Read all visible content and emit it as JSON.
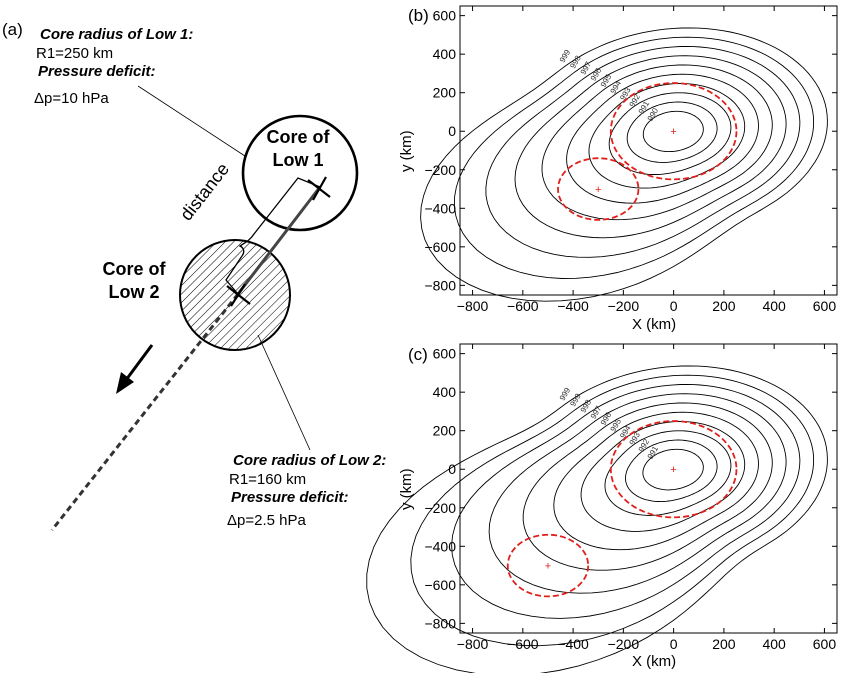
{
  "panel_a": {
    "label": "(a)",
    "low1": {
      "radius_heading": "Core radius of Low 1:",
      "radius_value": "R1=250 km",
      "deficit_heading": "Pressure deficit:",
      "deficit_value": "Δp=10 hPa",
      "core_label_line1": "Core of",
      "core_label_line2": "Low 1"
    },
    "low2": {
      "radius_heading": "Core radius of Low 2:",
      "radius_value": "R1=160 km",
      "deficit_heading": "Pressure deficit:",
      "deficit_value": "Δp=2.5 hPa",
      "core_label_line1": "Core of",
      "core_label_line2": "Low 2"
    },
    "distance_label": "distance"
  },
  "panel_b": {
    "label": "(b)",
    "xlabel": "X (km)",
    "ylabel": "y (km)",
    "xlim": [
      -850,
      650
    ],
    "ylim": [
      -850,
      650
    ],
    "xticks": [
      -800,
      -600,
      -400,
      -200,
      0,
      200,
      400,
      600
    ],
    "yticks": [
      600,
      400,
      200,
      0,
      -200,
      -400,
      -600,
      -800
    ],
    "contour_labels": [
      "999",
      "998",
      "997",
      "996",
      "995",
      "994",
      "993",
      "992",
      "991",
      "990"
    ],
    "low1_center": [
      0,
      0
    ],
    "low1_radius": 250,
    "low2_center": [
      -300,
      -300
    ],
    "low2_radius": 160
  },
  "panel_c": {
    "label": "(c)",
    "xlabel": "X (km)",
    "ylabel": "y (km)",
    "xlim": [
      -850,
      650
    ],
    "ylim": [
      -850,
      650
    ],
    "xticks": [
      -800,
      -600,
      -400,
      -200,
      0,
      200,
      400,
      600
    ],
    "yticks": [
      600,
      400,
      200,
      0,
      -200,
      -400,
      -600,
      -800
    ],
    "contour_labels": [
      "999",
      "999",
      "998",
      "997",
      "996",
      "995",
      "994",
      "993",
      "992",
      "991"
    ],
    "low1_center": [
      0,
      0
    ],
    "low1_radius": 250,
    "low2_center": [
      -500,
      -500
    ],
    "low2_radius": 160
  },
  "colors": {
    "core_circle": "#e0201b",
    "contour": "#000000",
    "center_marker": "#e0201b"
  }
}
